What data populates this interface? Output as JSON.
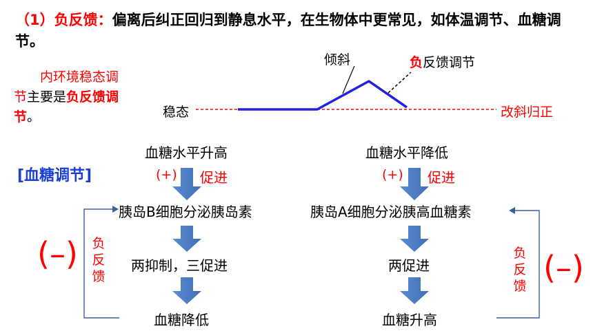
{
  "heading": {
    "part1": "（1）负反馈：",
    "part2": "偏离后纠正回归到静息水平，在生物体中更常见，如体温调节、血糖调节。"
  },
  "side_note": {
    "indent": "　　",
    "red1": "内环境稳态调节",
    "black1": "主要是",
    "red2": "负反馈调节",
    "black2": "。"
  },
  "curve_diagram": {
    "tilt_label": "倾斜",
    "feedback_red": "负",
    "feedback_rest": "反馈调节",
    "steady_label": "稳态",
    "correct_label": "改斜归正"
  },
  "section_title": "[血糖调节]",
  "left_flow": {
    "start": "血糖水平升高",
    "plus": "(+)",
    "promote": "促进",
    "secrete": "胰岛B细胞分泌胰岛素",
    "action": "两抑制，三促进",
    "end": "血糖降低",
    "minus": "(–)",
    "loop_label": "负反馈"
  },
  "right_flow": {
    "start": "血糖水平降低",
    "plus": "(+)",
    "promote": "促进",
    "secrete": "胰岛A细胞分泌胰高血糖素",
    "action": "两促进",
    "end": "血糖升高",
    "minus": "(–)",
    "loop_label": "负反馈"
  },
  "colors": {
    "red": "#ff0000",
    "curve_blue": "#2222dd",
    "arrow_fill": "#4a7cc2",
    "loop_line": "#3a5ea0"
  }
}
